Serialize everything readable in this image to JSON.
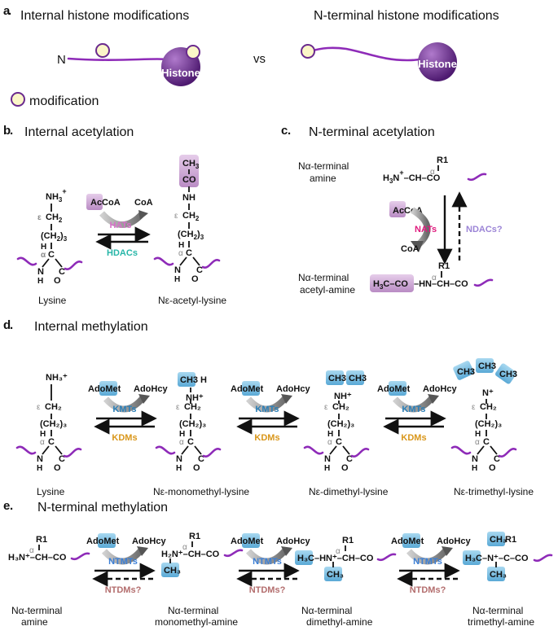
{
  "panel_a": {
    "letter": "a",
    "left_title": "Internal histone modifications",
    "vs": "vs",
    "right_title": "N-terminal histone modifications",
    "n_label": "N",
    "histone_label": "Histone",
    "legend_label": "modification"
  },
  "panel_b": {
    "letter": "b",
    "title": "Internal acetylation",
    "nh3": "NH3",
    "plus": "+",
    "epsilon": "ε",
    "alpha": "α",
    "ch2": "CH2",
    "ch2_3": "(CH2)3",
    "c": "C",
    "h": "H",
    "n": "N",
    "o": "O",
    "acetyl_ch3": "CH3",
    "acetyl_co": "CO",
    "nh": "NH",
    "cofactor": "AcCoA",
    "product": "CoA",
    "forward_enzyme": "HATs",
    "reverse_enzyme": "HDACs",
    "left_name": "Lysine",
    "right_name": "Nε-acetyl-lysine"
  },
  "panel_c": {
    "letter": "c",
    "title": "N-terminal acetylation",
    "top_name_1": "Nα-terminal",
    "top_name_2": "amine",
    "top_formula": "H3N–CH–CO",
    "r1": "R1",
    "alpha": "α",
    "cofactor": "AcCoA",
    "forward_enzyme": "NATs",
    "reverse_enzyme": "NDACs?",
    "product": "CoA",
    "bottom_name_1": "Nα-terminal",
    "bottom_name_2": "acetyl-amine",
    "acetyl_group": "H3C–CO",
    "bottom_formula": "–HN–CH–CO"
  },
  "panel_d": {
    "letter": "d",
    "title": "Internal methylation",
    "cofactor": "AdoMet",
    "product": "AdoHcy",
    "forward_enzyme": "KMTs",
    "reverse_enzyme": "KDMs",
    "names": [
      "Lysine",
      "Nε-monomethyl-lysine",
      "Nε-dimethyl-lysine",
      "Nε-trimethyl-lysine"
    ],
    "methyl": "CH3",
    "nh": "NH",
    "n": "N",
    "h": "H"
  },
  "panel_e": {
    "letter": "e",
    "title": "N-terminal methylation",
    "cofactor": "AdoMet",
    "product": "AdoHcy",
    "forward_enzyme": "NTMTs",
    "reverse_enzyme": "NTDMs?",
    "names_line1": [
      "Nα-terminal",
      "Nα-terminal",
      "Nα-terminal",
      "Nα-terminal"
    ],
    "names_line2": [
      "amine",
      "monomethyl-amine",
      "dimethyl-amine",
      "trimethyl-amine"
    ],
    "r1": "R1",
    "alpha": "α",
    "chain": "–CH–CO"
  },
  "colors": {
    "histone_purple": "#6a2a8e",
    "tail_purple": "#8e2bb8",
    "modification_fill": "#fbf6c8",
    "acetyl_box": "#d7b6dd",
    "methyl_box": "#7fc1e3",
    "hats": "#d771c8",
    "hdacs": "#27b6a8",
    "nats": "#e0197d",
    "ndacs": "#9b84d6",
    "kmts": "#2a7fb8",
    "kdms": "#d9961a",
    "ntmts": "#3b7fd6",
    "ntdms": "#b36d6d"
  }
}
